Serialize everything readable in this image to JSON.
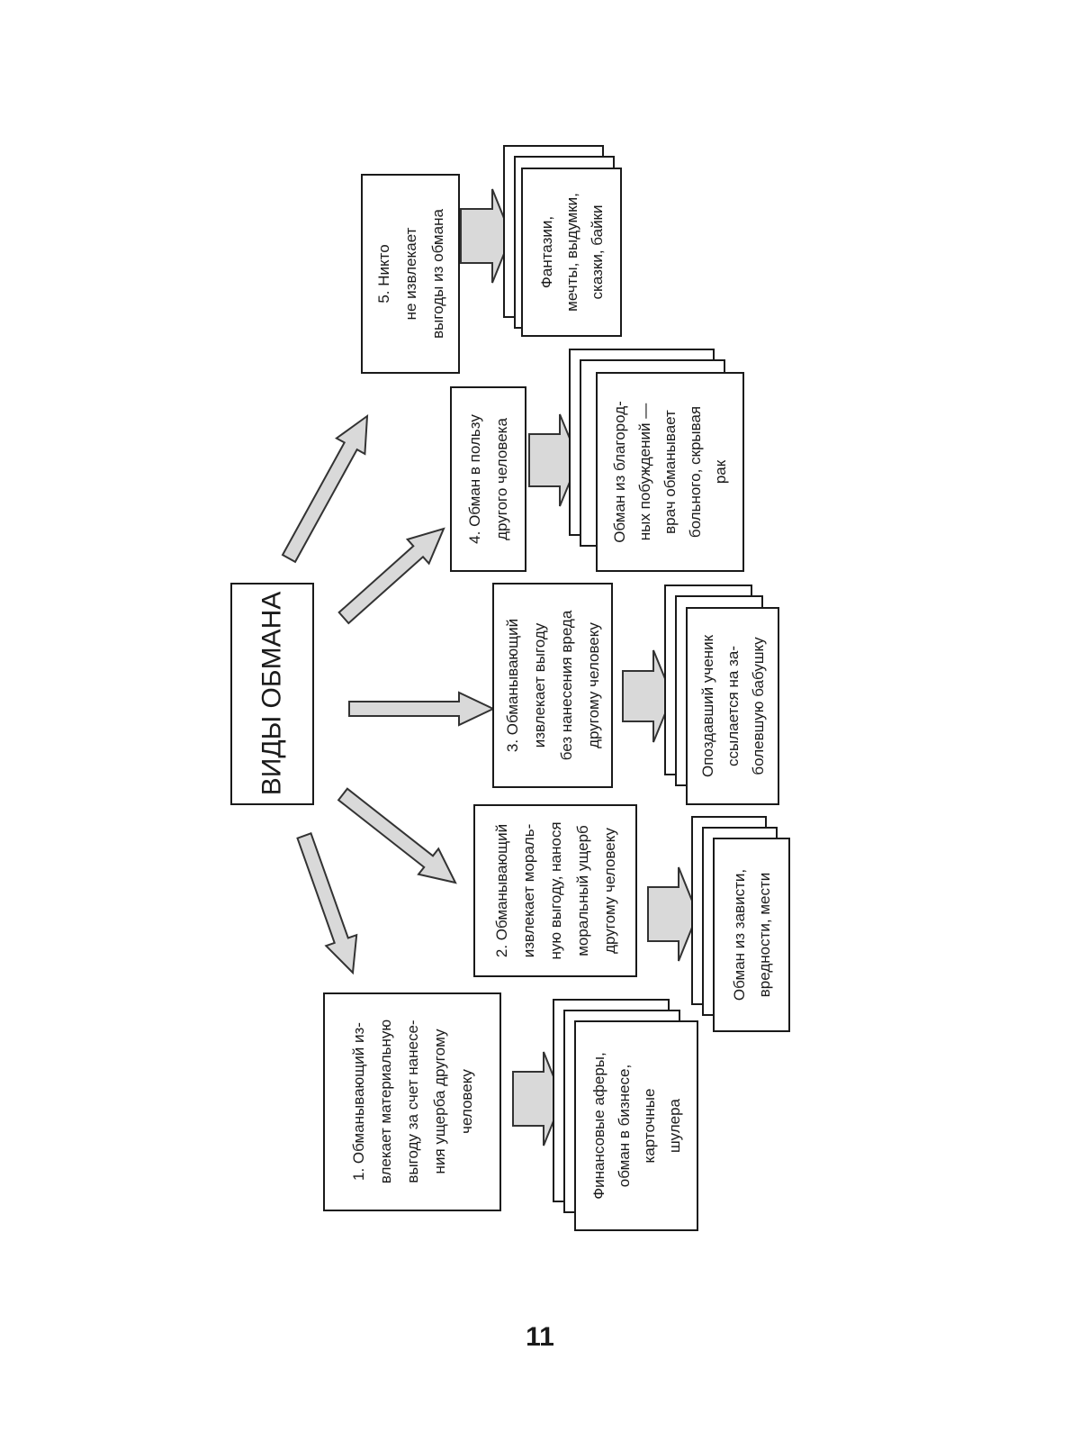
{
  "diagram": {
    "title": "ВИДЫ ОБМАНА",
    "types": [
      {
        "lines": [
          "1. Обманывающий из-",
          "влекает материальную",
          "выгоду за счет нанесе-",
          "ния ущерба другому",
          "человеку"
        ],
        "example": [
          "Финансовые аферы,",
          "обман в бизнесе,",
          "карточные",
          "шулера"
        ]
      },
      {
        "lines": [
          "2. Обманывающий",
          "извлекает мораль-",
          "ную выгоду, нанося",
          "моральный ущерб",
          "другому человеку"
        ],
        "example": [
          "Обман из зависти,",
          "вредности, мести"
        ]
      },
      {
        "lines": [
          "3. Обманывающий",
          "извлекает выгоду",
          "без нанесения вреда",
          "другому человеку"
        ],
        "example": [
          "Опоздавший ученик",
          "ссылается на за-",
          "болевшую бабушку"
        ]
      },
      {
        "lines": [
          "4. Обман в пользу",
          "другого человека"
        ],
        "example": [
          "Обман из благород-",
          "ных побуждений —",
          "врач обманывает",
          "больного, скрывая",
          "рак"
        ]
      },
      {
        "lines": [
          "5. Никто",
          "не извлекает",
          "выгоды из обмана"
        ],
        "example": [
          "Фантазии,",
          "мечты, выдумки,",
          "сказки, байки"
        ]
      }
    ]
  },
  "page_number": "11"
}
